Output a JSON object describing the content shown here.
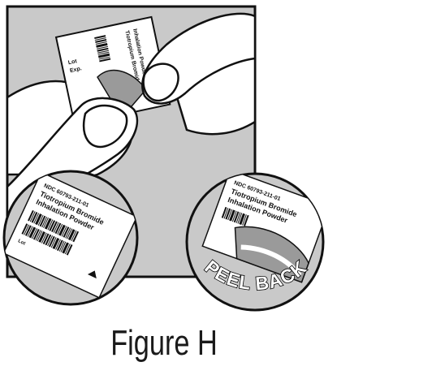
{
  "figure": {
    "caption": "Figure H",
    "peel_label": "PEEL BACK"
  },
  "label": {
    "lot_text": "Lot",
    "exp_text": "Exp.",
    "ndc_text": "NDC 60793-211-01",
    "product_line1": "Tiotropium Bromide",
    "product_line2": "Inhalation Powder"
  },
  "colors": {
    "frame_background": "#c9c9c9",
    "outline": "#111111",
    "skin": "#ffffff",
    "peel_shadow": "#9a9a9a"
  },
  "icons": [
    "thumb",
    "index-finger",
    "hand",
    "barcode",
    "peel-arrow"
  ]
}
